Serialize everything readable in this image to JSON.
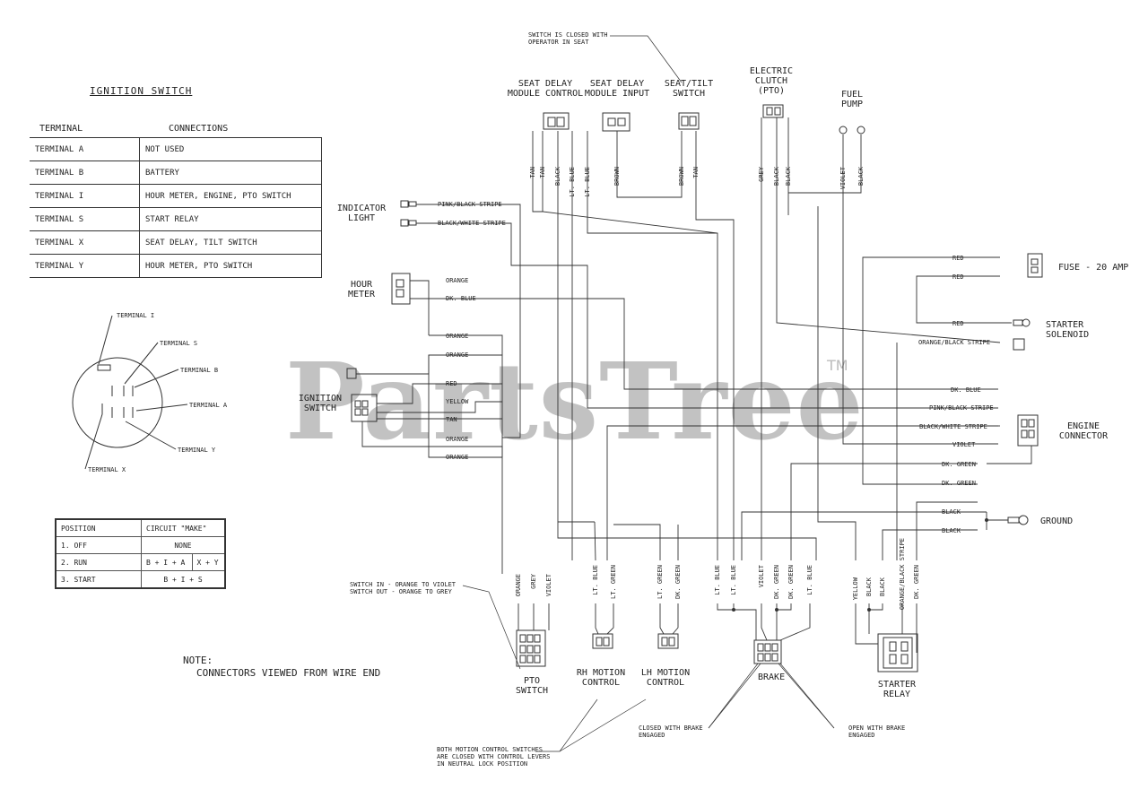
{
  "watermark": {
    "brand": "PartsTree",
    "tm": "TM"
  },
  "ignition_table": {
    "title": "IGNITION SWITCH",
    "head_terminal": "TERMINAL",
    "head_connections": "CONNECTIONS",
    "rows": [
      {
        "terminal": "TERMINAL A",
        "connection": "NOT USED"
      },
      {
        "terminal": "TERMINAL B",
        "connection": "BATTERY"
      },
      {
        "terminal": "TERMINAL I",
        "connection": "HOUR METER, ENGINE, PTO SWITCH"
      },
      {
        "terminal": "TERMINAL S",
        "connection": "START RELAY"
      },
      {
        "terminal": "TERMINAL X",
        "connection": "SEAT DELAY, TILT SWITCH"
      },
      {
        "terminal": "TERMINAL Y",
        "connection": "HOUR METER, PTO SWITCH"
      }
    ]
  },
  "terminal_labels": {
    "i": "TERMINAL I",
    "s": "TERMINAL S",
    "b": "TERMINAL B",
    "a": "TERMINAL A",
    "y": "TERMINAL Y",
    "x": "TERMINAL X"
  },
  "position_table": {
    "head_position": "POSITION",
    "head_circuit": "CIRCUIT \"MAKE\"",
    "off_pos": "1. OFF",
    "off_make": "NONE",
    "run_pos": "2. RUN",
    "run_make_1": "B + I + A",
    "run_make_2": "X + Y",
    "start_pos": "3. START",
    "start_make": "B + I + S"
  },
  "note": {
    "title": "NOTE:",
    "text": "CONNECTORS VIEWED FROM WIRE END"
  },
  "components": {
    "seat_delay_control": "SEAT DELAY\nMODULE CONTROL",
    "seat_delay_input": "SEAT DELAY\nMODULE INPUT",
    "seat_tilt": "SEAT/TILT\nSWITCH",
    "electric_clutch": "ELECTRIC\nCLUTCH\n(PTO)",
    "fuel_pump": "FUEL\nPUMP",
    "indicator_light": "INDICATOR\nLIGHT",
    "hour_meter": "HOUR\nMETER",
    "ignition_switch": "IGNITION\nSWITCH",
    "fuse": "FUSE - 20 AMP",
    "starter_solenoid": "STARTER\nSOLENOID",
    "engine_connector": "ENGINE\nCONNECTOR",
    "ground": "GROUND",
    "pto_switch": "PTO\nSWITCH",
    "rh_motion": "RH MOTION\nCONTROL",
    "lh_motion": "LH MOTION\nCONTROL",
    "brake": "BRAKE",
    "starter_relay": "STARTER\nRELAY"
  },
  "annotations": {
    "seat_closed": "SWITCH IS CLOSED WITH\nOPERATOR IN SEAT",
    "pto_note": "SWITCH IN - ORANGE TO VIOLET\nSWITCH OUT - ORANGE TO GREY",
    "motion_note": "BOTH MOTION CONTROL SWITCHES\nARE CLOSED WITH CONTROL LEVERS\nIN NEUTRAL LOCK POSITION",
    "brake_closed": "CLOSED WITH BRAKE\nENGAGED",
    "brake_open": "OPEN WITH BRAKE\nENGAGED"
  },
  "wire_labels": {
    "pink_black": "PINK/BLACK STRIPE",
    "black_white": "BLACK/WHITE STRIPE",
    "orange": "ORANGE",
    "dk_blue": "DK. BLUE",
    "red": "RED",
    "yellow": "YELLOW",
    "tan": "TAN",
    "orange_black": "ORANGE/BLACK STRIPE",
    "violet": "VIOLET",
    "dk_green": "DK. GREEN",
    "black": "BLACK",
    "grey": "GREY",
    "lt_blue": "LT. BLUE",
    "lt_green": "LT. GREEN",
    "brown": "BROWN"
  }
}
